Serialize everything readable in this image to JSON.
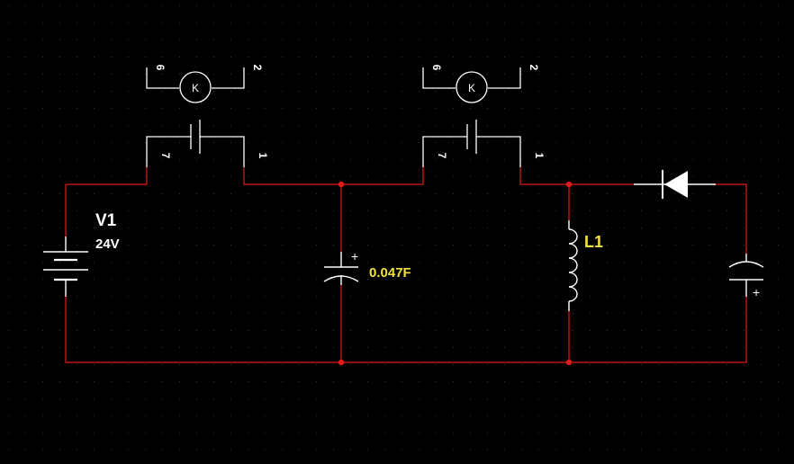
{
  "colors": {
    "background": "#000000",
    "grid_dot": "#3a3a3a",
    "wire": "#e01b1b",
    "component": "#ffffff",
    "junction": "#e01b1b",
    "label_white": "#ffffff",
    "label_yellow": "#f0e040"
  },
  "battery": {
    "name": "V1",
    "value": "24V"
  },
  "capacitor_main": {
    "polarity": "+",
    "value": "0.047F"
  },
  "inductor": {
    "name": "L1"
  },
  "capacitor_right": {
    "polarity": "+"
  },
  "relay_left": {
    "coil_icon": "K",
    "pin_top_left": "6",
    "pin_top_right": "2",
    "pin_bottom_left": "7",
    "pin_bottom_right": "1"
  },
  "relay_right": {
    "coil_icon": "K",
    "pin_top_left": "6",
    "pin_top_right": "2",
    "pin_bottom_left": "7",
    "pin_bottom_right": "1"
  },
  "diode": {
    "icon": "diode-icon"
  }
}
